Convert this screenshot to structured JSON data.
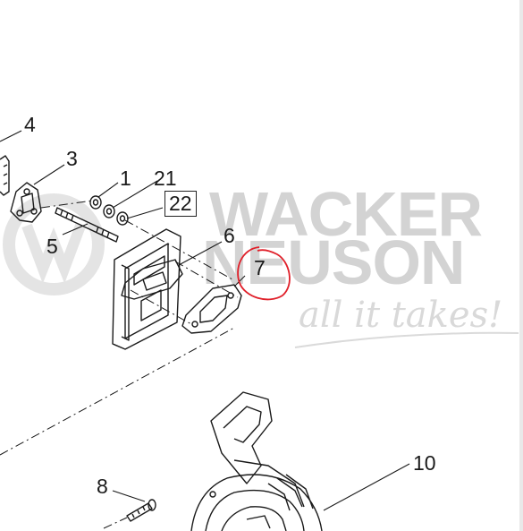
{
  "watermark": {
    "brand_line1": "WACKER",
    "brand_line2": "NEUSON",
    "tagline": "all it takes!",
    "color": "#d3d3d3"
  },
  "callouts": {
    "part_4": "4",
    "part_3": "3",
    "part_1": "1",
    "part_21": "21",
    "part_22": "22",
    "part_5": "5",
    "part_6": "6",
    "part_7": "7",
    "part_8": "8",
    "part_10": "10"
  },
  "highlight": {
    "target": "7",
    "color": "#e0202a"
  },
  "colors": {
    "line": "#1a1a1a",
    "part_fill": "#ffffff"
  }
}
